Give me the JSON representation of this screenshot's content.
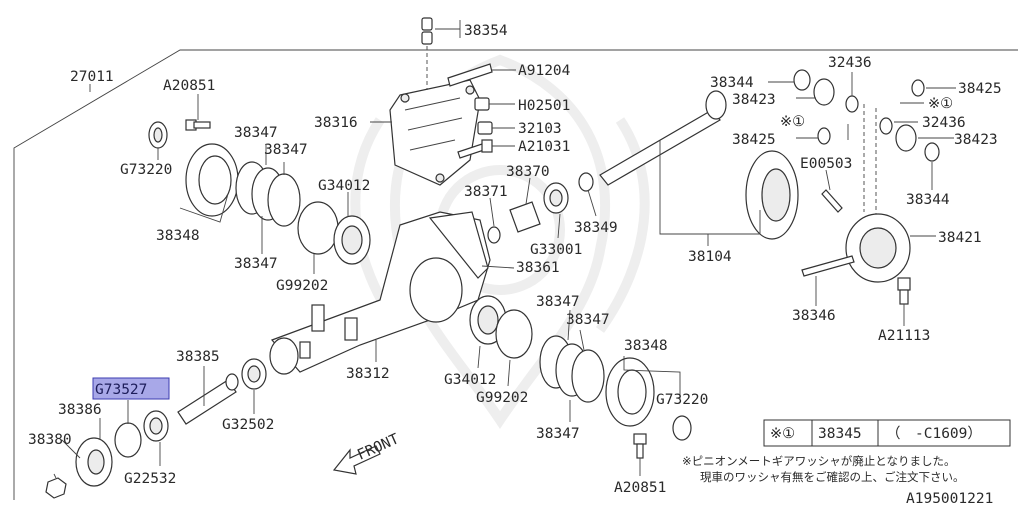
{
  "labels": {
    "l38354": "38354",
    "l27011": "27011",
    "lA20851a": "A20851",
    "lA91204": "A91204",
    "lH02501": "H02501",
    "l32103": "32103",
    "lA21031": "A21031",
    "l38316": "38316",
    "l38347a": "38347",
    "l38347b": "38347",
    "l38347c": "38347",
    "lG73220a": "G73220",
    "lG34012a": "G34012",
    "l38348a": "38348",
    "lG99202a": "G99202",
    "l38370": "38370",
    "l38371": "38371",
    "lG33001": "G33001",
    "l38349": "38349",
    "l38361": "38361",
    "l38344a": "38344",
    "l38423a": "38423",
    "l32436a": "32436",
    "l38425a": "38425",
    "lmark1": "※①",
    "lmark2": "※①",
    "l32436b": "32436",
    "l38425b": "38425",
    "l38423b": "38423",
    "lE00503": "E00503",
    "l38344b": "38344",
    "l38104": "38104",
    "l38421": "38421",
    "l38346": "38346",
    "lA21113": "A21113",
    "l38385": "38385",
    "lG73527": "G73527",
    "l38386": "38386",
    "l38380": "38380",
    "lG22532": "G22532",
    "lG32502": "G32502",
    "l38312": "38312",
    "l38347d": "38347",
    "l38347e": "38347",
    "l38347f": "38347",
    "l38348b": "38348",
    "lG34012b": "G34012",
    "lG99202b": "G99202",
    "lG73220b": "G73220",
    "lA20851b": "A20851",
    "lFront": "FRONT"
  },
  "note_table": {
    "mark": "※①",
    "part": "38345",
    "range": "（　-C1609）"
  },
  "notes": {
    "line1": "※ピニオンメートギアワッシャが廃止となりました。",
    "line2": "現車のワッシャ有無をご確認の上、ご注文下さい。"
  },
  "diagram_id": "A195001221",
  "colors": {
    "highlight_fill": "#a8a8e8",
    "highlight_border": "#3b3bb0"
  }
}
